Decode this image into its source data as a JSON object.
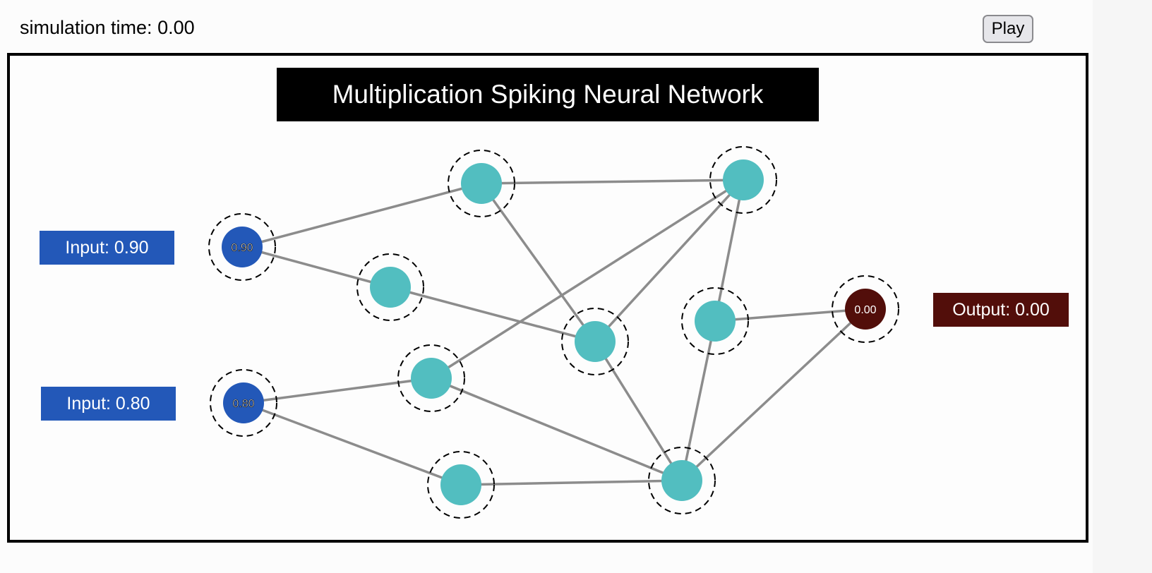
{
  "header": {
    "simulation_time_label": "simulation time: 0.00",
    "play_button_label": "Play"
  },
  "canvas": {
    "title": "Multiplication Spiking Neural Network",
    "inputs": [
      {
        "label": "Input: 0.90",
        "value": "0.90"
      },
      {
        "label": "Input: 0.80",
        "value": "0.80"
      }
    ],
    "output": {
      "label": "Output: 0.00",
      "value": "0.00"
    }
  },
  "colors": {
    "input_node": "#2358b8",
    "hidden_node": "#52bec0",
    "output_node": "#520e0a",
    "edge": "#8c8c8c",
    "title_bg": "#000000"
  },
  "network": {
    "nodes": [
      {
        "id": "in1",
        "type": "input",
        "label": "0.90"
      },
      {
        "id": "in2",
        "type": "input",
        "label": "0.80"
      },
      {
        "id": "h1",
        "type": "hidden"
      },
      {
        "id": "h2",
        "type": "hidden"
      },
      {
        "id": "h3",
        "type": "hidden"
      },
      {
        "id": "h4",
        "type": "hidden"
      },
      {
        "id": "h5",
        "type": "hidden"
      },
      {
        "id": "h6",
        "type": "hidden"
      },
      {
        "id": "h7",
        "type": "hidden"
      },
      {
        "id": "h8",
        "type": "hidden"
      },
      {
        "id": "out",
        "type": "output",
        "label": "0.00"
      }
    ],
    "edges": [
      [
        "in1",
        "h1"
      ],
      [
        "in1",
        "h3"
      ],
      [
        "in2",
        "h4"
      ],
      [
        "in2",
        "h5"
      ],
      [
        "h1",
        "h2"
      ],
      [
        "h1",
        "h6"
      ],
      [
        "h3",
        "h6"
      ],
      [
        "h4",
        "h2"
      ],
      [
        "h4",
        "h8"
      ],
      [
        "h5",
        "h8"
      ],
      [
        "h2",
        "h6"
      ],
      [
        "h2",
        "h7"
      ],
      [
        "h6",
        "h8"
      ],
      [
        "h7",
        "h8"
      ],
      [
        "h7",
        "out"
      ],
      [
        "h8",
        "out"
      ]
    ]
  }
}
